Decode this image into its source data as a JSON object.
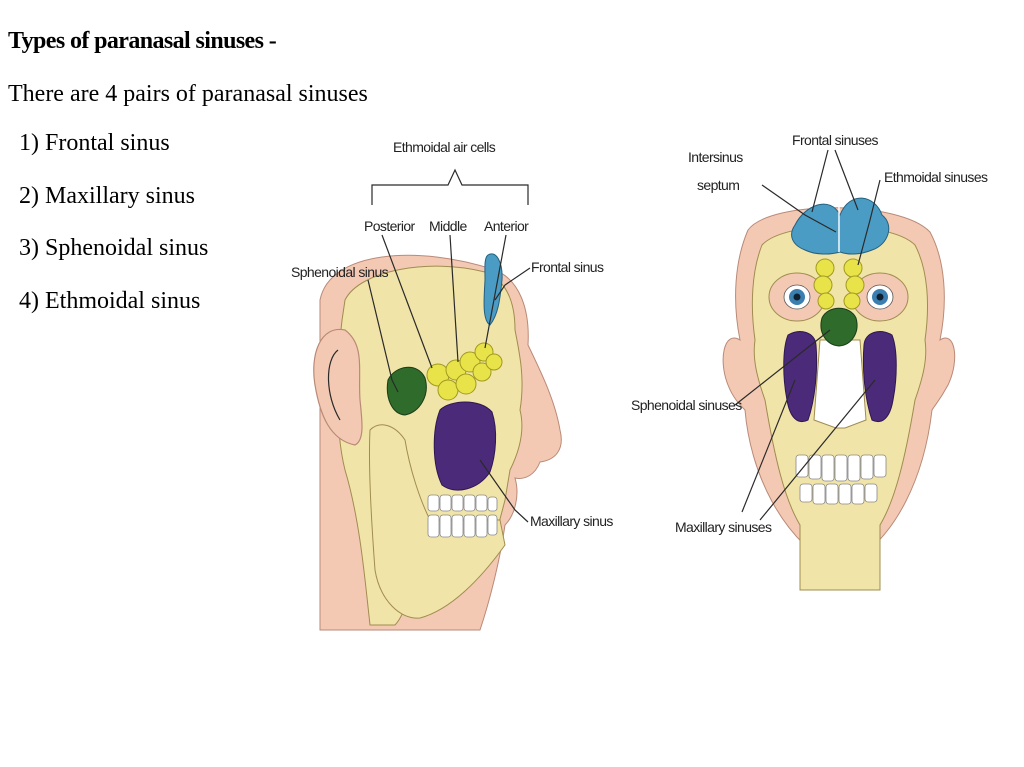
{
  "slide": {
    "title": "Types of paranasal sinuses -",
    "intro": "There are 4 pairs of paranasal sinuses",
    "items": [
      {
        "label": "1) Frontal sinus"
      },
      {
        "label": "2) Maxillary sinus"
      },
      {
        "label": "3) Sphenoidal sinus"
      },
      {
        "label": "4) Ethmoidal sinus"
      }
    ]
  },
  "lateral_view": {
    "labels": {
      "ethmoidal_air_cells": "Ethmoidal air cells",
      "posterior": "Posterior",
      "middle": "Middle",
      "anterior": "Anterior",
      "sphenoidal": "Sphenoidal sinus",
      "frontal": "Frontal sinus",
      "maxillary": "Maxillary sinus"
    }
  },
  "frontal_view": {
    "labels": {
      "intersinus_1": "Intersinus",
      "intersinus_2": "septum",
      "frontal": "Frontal sinuses",
      "ethmoidal": "Ethmoidal sinuses",
      "sphenoidal": "Sphenoidal sinuses",
      "maxillary": "Maxillary sinuses"
    }
  },
  "colors": {
    "frontal": "#4a9cc4",
    "ethmoidal": "#e9e34a",
    "sphenoidal": "#2f6b2a",
    "maxillary": "#4b2a7a",
    "bone": "#f1e4a8",
    "skin": "#f4c9b4"
  }
}
